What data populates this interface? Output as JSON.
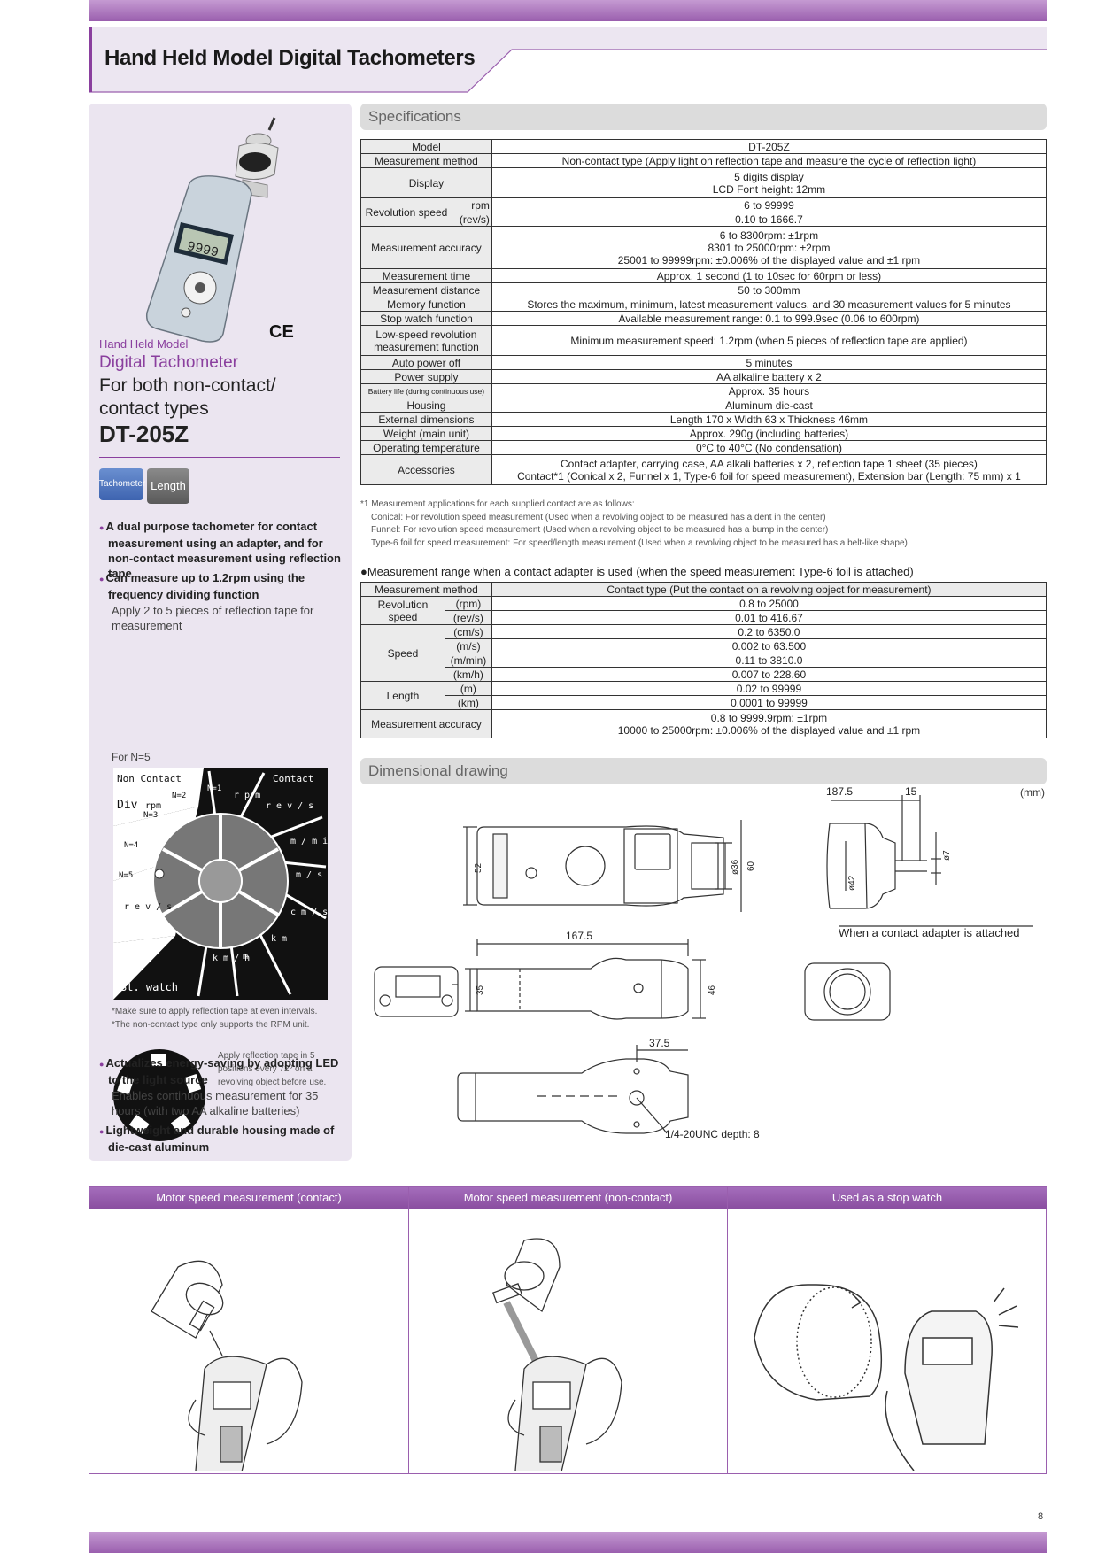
{
  "header": {
    "title": "Hand Held Model Digital Tachometers"
  },
  "left_panel": {
    "subtitle": "Hand Held Model",
    "product_name": "Digital Tachometer",
    "types_line": "For both non-contact/ contact types",
    "model": "DT-205Z",
    "tags": [
      "Tachometer",
      "Length"
    ],
    "features": [
      {
        "bold": "A dual purpose tachometer for contact measurement using an adapter, and for non-contact measurement using reflection tape",
        "note": ""
      },
      {
        "bold": "Can measure up to 1.2rpm using the frequency dividing function",
        "note": "Apply 2 to 5 pieces of reflection tape for measurement"
      },
      {
        "bold": "Actualizes energy-saving by adopting LED to the light source",
        "note": "Enables continuous measurement for 35 hours (with two AA alkaline batteries)"
      },
      {
        "bold": "Lightweight and durable housing made of die-cast aluminum",
        "note": ""
      }
    ],
    "for_n": "For N=5",
    "dial_labels": {
      "non_contact": "Non Contact",
      "contact": "Contact",
      "div": "Div",
      "rpm": "rpm",
      "n1": "N=1",
      "n2": "N=2",
      "n3": "N=3",
      "n4": "N=4",
      "n5": "N=5",
      "rpm2": "r p m",
      "revs": "r e v / s",
      "mmin": "m / m i n",
      "ms": "m / s",
      "cms": "c m / s",
      "km": "k m",
      "m": "m",
      "kmh": "k m / h",
      "revs2": "r e v / s",
      "stwatch": "St. watch"
    },
    "notes": [
      "*Make sure to apply reflection tape at even intervals.",
      "*The non-contact type only supports the RPM unit."
    ],
    "tape_note": "Apply reflection tape in 5 positions every 72º on a revolving object before use.",
    "ce_mark": "CE"
  },
  "spec_section": {
    "title": "Specifications",
    "rows": [
      {
        "label": "Model",
        "value": "DT-205Z"
      },
      {
        "label": "Measurement method",
        "value": "Non-contact type (Apply light on reflection tape and measure the cycle of reflection light)"
      },
      {
        "label": "Display",
        "value": "5 digits display",
        "value2": "LCD Font height: 12mm"
      },
      {
        "label": "Revolution speed",
        "sub1": "rpm",
        "val1": "6 to 99999",
        "sub2": "(rev/s)",
        "val2": "0.10 to 1666.7"
      },
      {
        "label": "Measurement accuracy",
        "value": "6 to 8300rpm: ±1rpm",
        "value2": "8301 to 25000rpm: ±2rpm",
        "value3": "25001 to 99999rpm: ±0.006% of the displayed value and ±1 rpm"
      },
      {
        "label": "Measurement time",
        "value": "Approx. 1 second (1 to 10sec for 60rpm or less)"
      },
      {
        "label": "Measurement distance",
        "value": "50 to 300mm"
      },
      {
        "label": "Memory function",
        "value": "Stores the maximum, minimum, latest measurement values, and 30 measurement values for 5 minutes"
      },
      {
        "label": "Stop watch function",
        "value": "Available measurement range: 0.1 to 999.9sec (0.06 to 600rpm)"
      },
      {
        "label": "Low-speed revolution",
        "label2": "measurement function",
        "value": "Minimum measurement speed: 1.2rpm (when 5 pieces of reflection tape are applied)"
      },
      {
        "label": "Auto power off",
        "value": "5 minutes"
      },
      {
        "label": "Power supply",
        "value": "AA alkaline battery x 2"
      },
      {
        "label": "Battery life (during continuous use)",
        "value": "Approx. 35 hours"
      },
      {
        "label": "Housing",
        "value": "Aluminum die-cast"
      },
      {
        "label": "External dimensions",
        "value": "Length 170 x Width 63 x Thickness 46mm"
      },
      {
        "label": "Weight (main unit)",
        "value": "Approx. 290g (including batteries)"
      },
      {
        "label": "Operating temperature",
        "value": "0°C to 40°C (No condensation)"
      },
      {
        "label": "Accessories",
        "value": "Contact adapter, carrying case, AA alkali batteries x 2, reflection tape 1 sheet (35 pieces)",
        "value2": "Contact*1 (Conical x 2, Funnel x 1, Type-6 foil for speed measurement), Extension bar (Length: 75 mm) x 1"
      }
    ],
    "notes": [
      "*1 Measurement applications for each supplied contact are as follows:",
      "Conical: For revolution speed measurement (Used when a revolving object to be measured has a dent in the center)",
      "Funnel: For revolution speed measurement (Used when a revolving object to be measured has a bump in the center)",
      "Type-6 foil for speed measurement: For speed/length measurement (Used when a revolving object to be measured has a belt-like shape)"
    ]
  },
  "range_section": {
    "title": "●Measurement range when a contact adapter is used (when the speed measurement Type-6 foil is attached)",
    "method_label": "Measurement method",
    "method_value": "Contact type (Put the contact on a revolving object for measurement)",
    "rev_label": "Revolution speed",
    "speed_label": "Speed",
    "length_label": "Length",
    "acc_label": "Measurement accuracy",
    "rows": [
      {
        "unit": "(rpm)",
        "value": "0.8 to 25000"
      },
      {
        "unit": "(rev/s)",
        "value": "0.01 to 416.67"
      },
      {
        "unit": "(cm/s)",
        "value": "0.2 to 6350.0"
      },
      {
        "unit": "(m/s)",
        "value": "0.002 to 63.500"
      },
      {
        "unit": "(m/min)",
        "value": "0.11 to 3810.0"
      },
      {
        "unit": "(km/h)",
        "value": "0.007 to 228.60"
      },
      {
        "unit": "(m)",
        "value": "0.02 to 99999"
      },
      {
        "unit": "(km)",
        "value": "0.0001 to 99999"
      }
    ],
    "accuracy": [
      "0.8 to 9999.9rpm: ±1rpm",
      "10000 to 25000rpm: ±0.006% of the displayed value and ±1 rpm"
    ]
  },
  "dimension_section": {
    "title": "Dimensional drawing",
    "unit": "(mm)",
    "dims": {
      "d187": "187.5",
      "d15": "15",
      "d7": "ø7",
      "d42": "ø42",
      "d52": "52",
      "d36": "ø36",
      "d60": "60",
      "d167": "167.5",
      "d35": "35",
      "d46": "46",
      "d37": "37.5",
      "unc": "1/4-20UNC depth: 8"
    },
    "adapter_caption": "When a contact adapter is attached"
  },
  "usage": [
    {
      "title": "Motor speed measurement (contact)"
    },
    {
      "title": "Motor speed measurement (non-contact)"
    },
    {
      "title": "Used as a stop watch"
    }
  ],
  "page_number": "8"
}
